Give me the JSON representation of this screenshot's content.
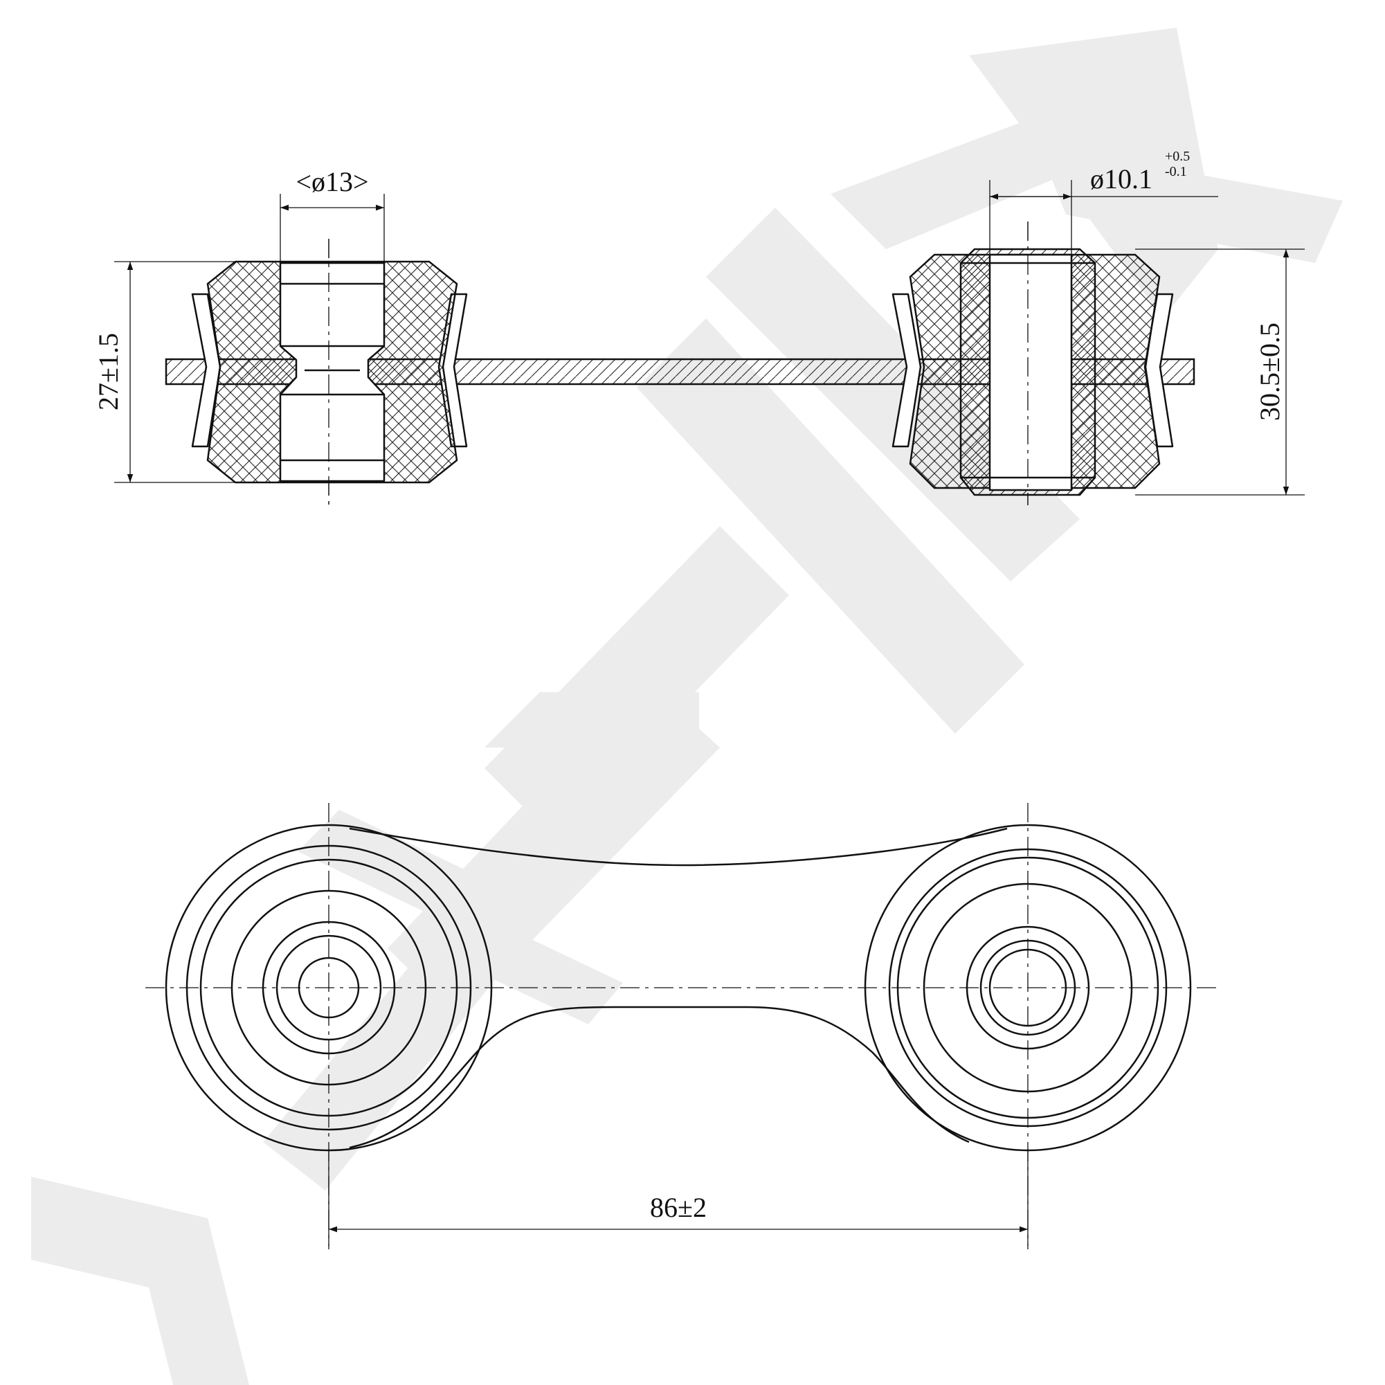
{
  "watermark": {
    "text": "ZENWEK",
    "color": "#ececec"
  },
  "dimensions": {
    "inner_dia_left": "<ø13>",
    "inner_dia_right_base": "ø10.1",
    "inner_dia_right_tol_upper": "+0.5",
    "inner_dia_right_tol_lower": "-0.1",
    "height_left": "27±1.5",
    "height_right": "30.5±0.5",
    "center_distance": "86±2"
  },
  "colors": {
    "line": "#111111",
    "background": "#ffffff"
  }
}
